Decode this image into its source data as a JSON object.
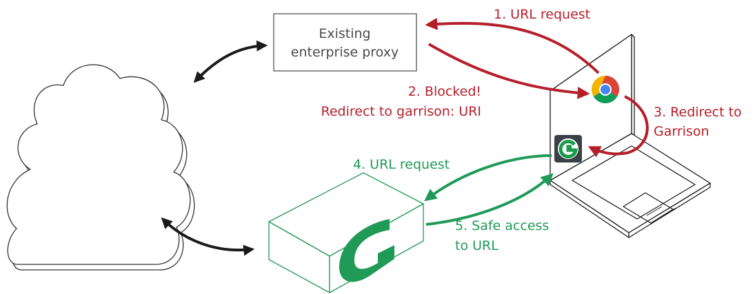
{
  "proxy": {
    "line1": "Existing",
    "line2": "enterprise proxy"
  },
  "steps": {
    "step1": "1. URL request",
    "step2_line1": "2. Blocked!",
    "step2_line2": "Redirect to garrison: URI",
    "step3_line1": "3. Redirect to",
    "step3_line2": "Garrison",
    "step4": "4. URL request",
    "step5_line1": "5. Safe access",
    "step5_line2": "to URL"
  },
  "colors": {
    "red": "#b51f2a",
    "green": "#1f9a57",
    "black": "#1a1a1a",
    "proxy_border": "#555555"
  },
  "icons": {
    "cloud": "cloud-icon",
    "browser": "chrome-icon",
    "garrison_app": "garrison-g-icon",
    "garrison_box": "garrison-appliance-icon",
    "laptop": "laptop-icon"
  }
}
